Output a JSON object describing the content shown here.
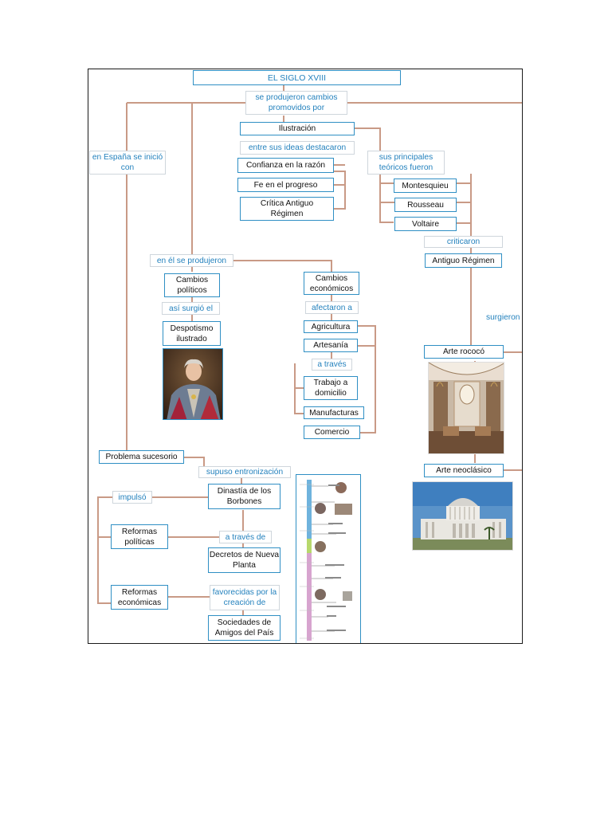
{
  "title": "EL SIGLO XVIII",
  "links": {
    "promoted": "se produjeron cambios promovidos por",
    "ideas": "entre sus ideas destacaron",
    "theorists": "sus principales teóricos fueron",
    "criticized": "criticaron",
    "spain": "en España se inició con",
    "produced": "en él se produjeron",
    "arose_from": "así surgió el",
    "affected": "afectaron a",
    "via": "a través",
    "surgieron": "surgieron",
    "enthronement": "supuso entronización",
    "impulse": "impulsó",
    "through": "a través de",
    "favored": "favorecidas por la creación de"
  },
  "nodes": {
    "illustration": "Ilustración",
    "confidence": "Confianza en la razón",
    "faith": "Fe en el progreso",
    "critique": "Crítica Antiguo Régimen",
    "montesquieu": "Montesquieu",
    "rousseau": "Rousseau",
    "voltaire": "Voltaire",
    "old_regime": "Antiguo Régimen",
    "political_changes": "Cambios políticos",
    "economic_changes": "Cambios económicos",
    "despotism": "Despotismo ilustrado",
    "agriculture": "Agricultura",
    "crafts": "Artesanía",
    "home_work": "Trabajo a domicilio",
    "manufactures": "Manufacturas",
    "commerce": "Comercio",
    "rococo": "Arte rococó",
    "neoclassic": "Arte neoclásico",
    "succession": "Problema sucesorio",
    "bourbons": "Dinastía de los Borbones",
    "political_reforms": "Reformas políticas",
    "decrees": "Decretos de Nueva Planta",
    "economic_reforms": "Reformas económicas",
    "societies": "Sociedades de Amigos del País"
  },
  "colors": {
    "accent": "#2f8fc4",
    "label_text": "#2381bd",
    "connector": "#c99a86"
  },
  "images": {
    "portrait": "portrait-painting",
    "rococo": "rococo-interior-photo",
    "neoclassic": "neoclassical-building-photo",
    "timeline": "timeline-thumbnail"
  }
}
